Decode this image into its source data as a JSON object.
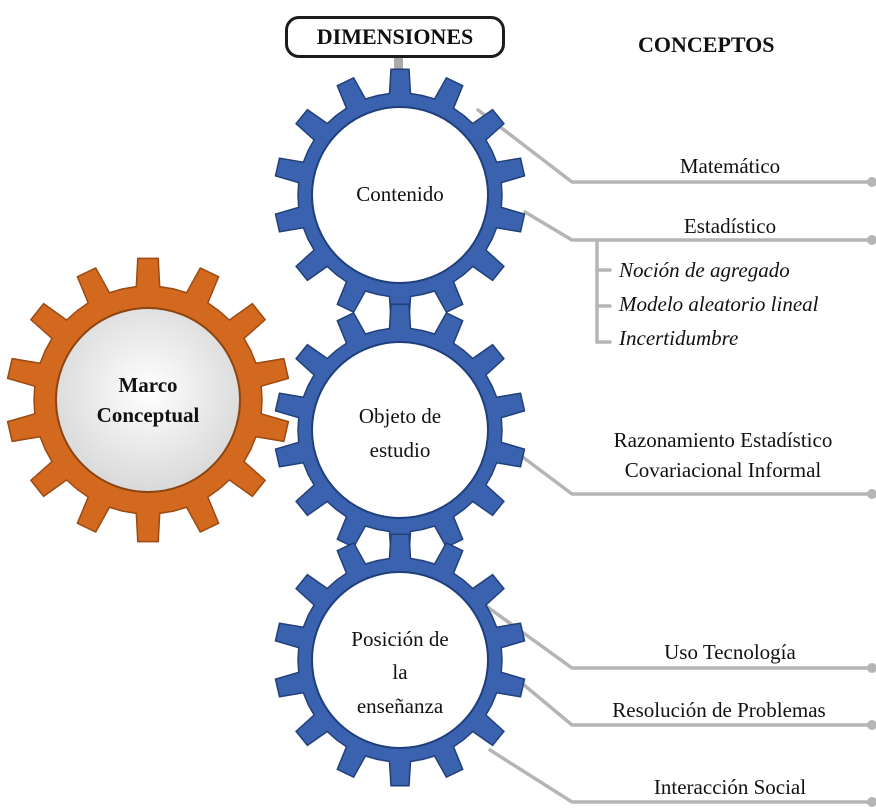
{
  "header": {
    "dimensions_label": "DIMENSIONES",
    "concepts_label": "CONCEPTOS"
  },
  "gears": {
    "marco": {
      "line1": "Marco",
      "line2": "Conceptual",
      "color": "#d2691e"
    },
    "contenido": {
      "label": "Contenido",
      "color": "#3a62ae"
    },
    "objeto": {
      "line1": "Objeto de",
      "line2": "estudio",
      "color": "#3a62ae"
    },
    "posicion": {
      "line1": "Posición de",
      "line2": "la",
      "line3": "enseñanza",
      "color": "#3a62ae"
    }
  },
  "concepts": {
    "matematico": "Matemático",
    "estadistico": "Estadístico",
    "sub_items": [
      "Noción de agregado",
      "Modelo aleatorio lineal",
      "Incertidumbre"
    ],
    "razonamiento_line1": "Razonamiento Estadístico",
    "razonamiento_line2": "Covariacional Informal",
    "uso_tecnologia": "Uso Tecnología",
    "resolucion": "Resolución de Problemas",
    "interaccion": "Interacción Social"
  },
  "colors": {
    "blue_gear": "#3a62ae",
    "orange_gear": "#d2691e",
    "connector": "#b5b5b5"
  }
}
